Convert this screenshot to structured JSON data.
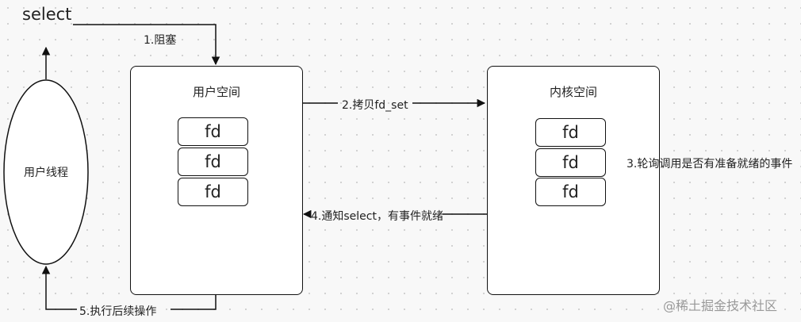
{
  "select_title": "select",
  "user_thread": "用户线程",
  "user_space": {
    "title": "用户空间",
    "fds": [
      "fd",
      "fd",
      "fd"
    ]
  },
  "kernel_space": {
    "title": "内核空间",
    "fds": [
      "fd",
      "fd",
      "fd"
    ]
  },
  "steps": {
    "s1": "1.阻塞",
    "s2": "2.拷贝fd_set",
    "s3": "3.轮询调用是否有准备就绪的事件",
    "s4": "4.通知select，有事件就绪",
    "s5": "5.执行后续操作"
  },
  "watermark": "@稀土掘金技术社区"
}
